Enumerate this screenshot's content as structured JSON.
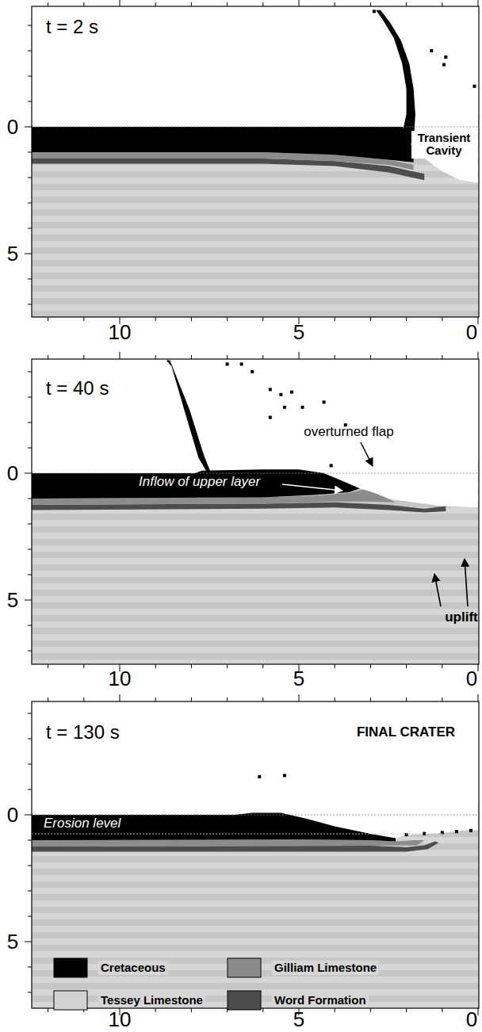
{
  "diagram": {
    "labels": [
      "t = 2 s",
      "Transient Cavity",
      "0",
      "5",
      "10",
      "5",
      "0",
      "t = 40 s",
      "overturned flap",
      "Inflow of upper layer",
      "uplift",
      "0",
      "5",
      "10",
      "5",
      "0",
      "t = 130 s",
      "FINAL CRATER",
      "Erosion level",
      "0",
      "5",
      "10",
      "5",
      "0"
    ],
    "legend": [
      {
        "text": "Cretaceous",
        "color": "#000000"
      },
      {
        "text": "Gilliam Limestone",
        "color": "#8c8c8c"
      },
      {
        "text": "Tessey Limestone",
        "color": "#d3d3d3"
      },
      {
        "text": "Word Formation",
        "color": "#4d4d4d"
      }
    ]
  }
}
